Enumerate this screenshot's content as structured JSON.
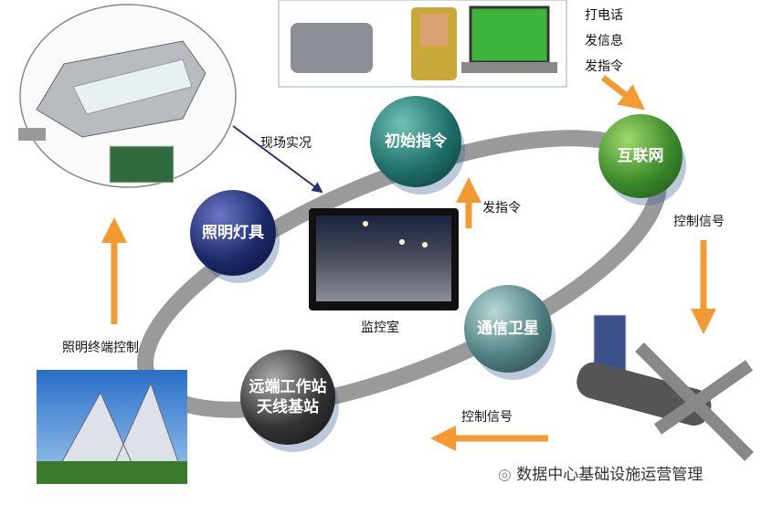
{
  "top_labels": [
    "打电话",
    "发信息",
    "发指令"
  ],
  "spheres": {
    "internet": "互联网",
    "initial_command": "初始指令",
    "lighting": "照明灯具",
    "satellite": "通信卫星",
    "station_line1": "远端工作站",
    "station_line2": "天线基站"
  },
  "labels": {
    "live_view": "现场实况",
    "send_command": "发指令",
    "monitor_room": "监控室",
    "control_signal_right": "控制信号",
    "control_signal_bottom": "控制信号",
    "terminal_control": "照明终端控制"
  },
  "watermark": "数据中心基础设施运营管理",
  "colors": {
    "arrow": "#f39a32",
    "ring": "#9a9a9a",
    "internet": "#3a8a2a",
    "initial": "#1f6f6a",
    "lighting": "#1c2a6a",
    "satellite": "#4f7f80",
    "station": "#333333"
  }
}
